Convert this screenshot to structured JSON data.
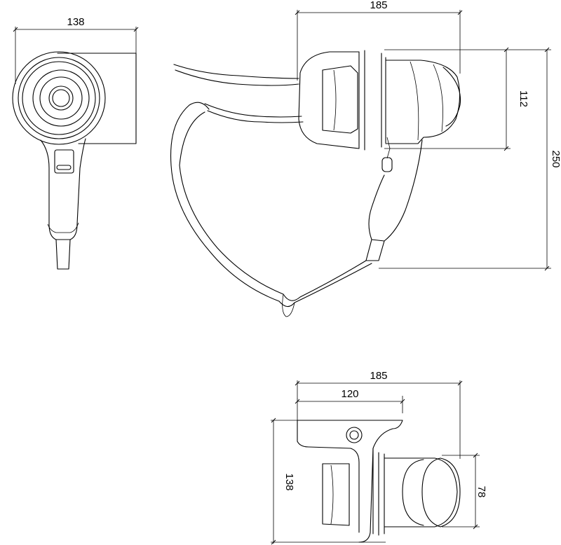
{
  "dimensions": {
    "front_width": "138",
    "side_width": "185",
    "side_nozzle_height": "112",
    "side_total_height": "250",
    "bottom_width": "185",
    "bottom_inner_width": "120",
    "bottom_depth": "138",
    "bottom_nozzle_height": "78"
  }
}
